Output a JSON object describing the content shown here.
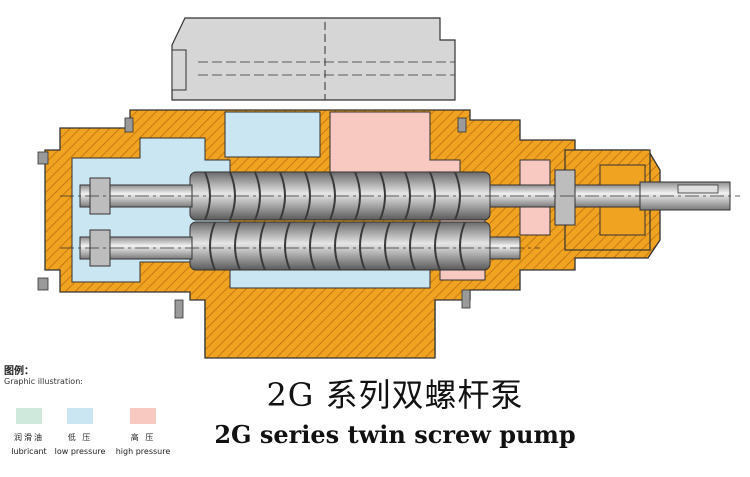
{
  "title_cn": "2G 系列双螺杆泵",
  "title_en": "2G series twin screw pump",
  "legend": {
    "title_cn": "图例：",
    "subtitle": "Graphic illustration:",
    "items": [
      {
        "cn": "润滑油",
        "en": "lubricant",
        "color": "#cfe9dc"
      },
      {
        "cn": "低 压",
        "en": "low pressure",
        "color": "#c9e6f2"
      },
      {
        "cn": "高 压",
        "en": "high pressure",
        "color": "#f7c9c0"
      }
    ]
  },
  "colors": {
    "casing": "#f0a320",
    "motor": "#d6d6d6",
    "low_pressure": "#c9e6f2",
    "high_pressure": "#f7c9c0",
    "shaft": "#b9b9b9",
    "outline": "#333333"
  }
}
